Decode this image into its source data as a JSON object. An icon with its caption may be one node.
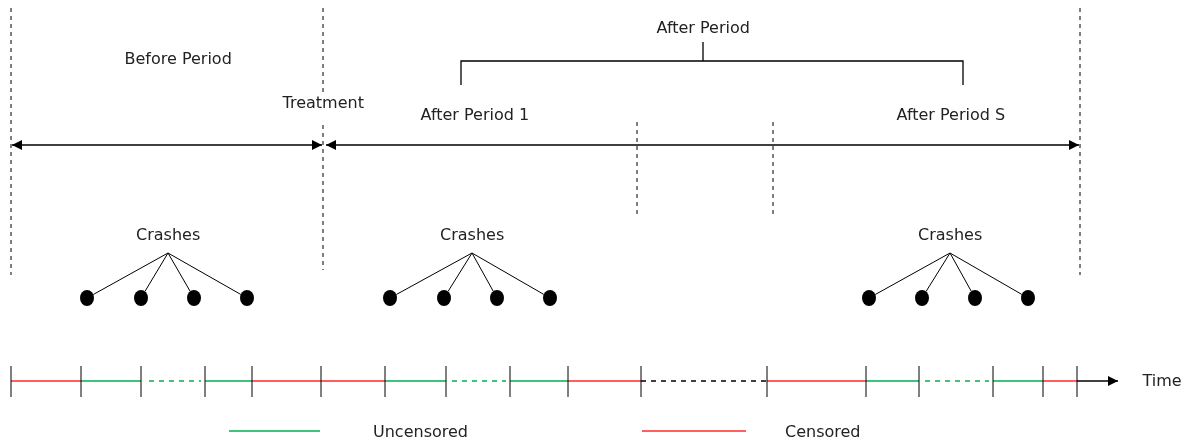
{
  "diagram": {
    "nodes": [
      {
        "text": [
          "Crashes"
        ]
      },
      {
        "text": [],
        "shape": "circle"
      },
      {
        "text": [],
        "shape": "circle"
      },
      {
        "text": [],
        "shape": "circle"
      },
      {
        "text": [],
        "shape": "circle"
      },
      {
        "text": [
          "Crashes"
        ]
      },
      {
        "text": [],
        "shape": "circle"
      },
      {
        "text": [],
        "shape": "circle"
      },
      {
        "text": [],
        "shape": "circle"
      },
      {
        "text": [],
        "shape": "circle"
      },
      {
        "text": [
          "Crashes"
        ]
      },
      {
        "text": [],
        "shape": "circle"
      },
      {
        "text": [],
        "shape": "circle"
      },
      {
        "text": [],
        "shape": "circle"
      },
      {
        "text": [],
        "shape": "circle"
      }
    ],
    "edges": [
      {
        "from": 0,
        "to": 1,
        "arrow": "none"
      },
      {
        "from": 0,
        "to": 2,
        "arrow": "none"
      },
      {
        "from": 0,
        "to": 3,
        "arrow": "none"
      },
      {
        "from": 0,
        "to": 4,
        "arrow": "none"
      },
      {
        "from": 5,
        "to": 6,
        "arrow": "none"
      },
      {
        "from": 5,
        "to": 7,
        "arrow": "none"
      },
      {
        "from": 5,
        "to": 8,
        "arrow": "none"
      },
      {
        "from": 5,
        "to": 9,
        "arrow": "none"
      },
      {
        "from": 10,
        "to": 11,
        "arrow": "none"
      },
      {
        "from": 10,
        "to": 12,
        "arrow": "none"
      },
      {
        "from": 10,
        "to": 13,
        "arrow": "none"
      },
      {
        "from": 10,
        "to": 14,
        "arrow": "none"
      }
    ],
    "labels": [
      "After Period",
      "Before Period",
      "Treatment",
      "After Period 1",
      "After Period S",
      "Time"
    ],
    "legend": [
      {
        "text": "Uncensored"
      },
      {
        "text": "Censored"
      }
    ]
  }
}
